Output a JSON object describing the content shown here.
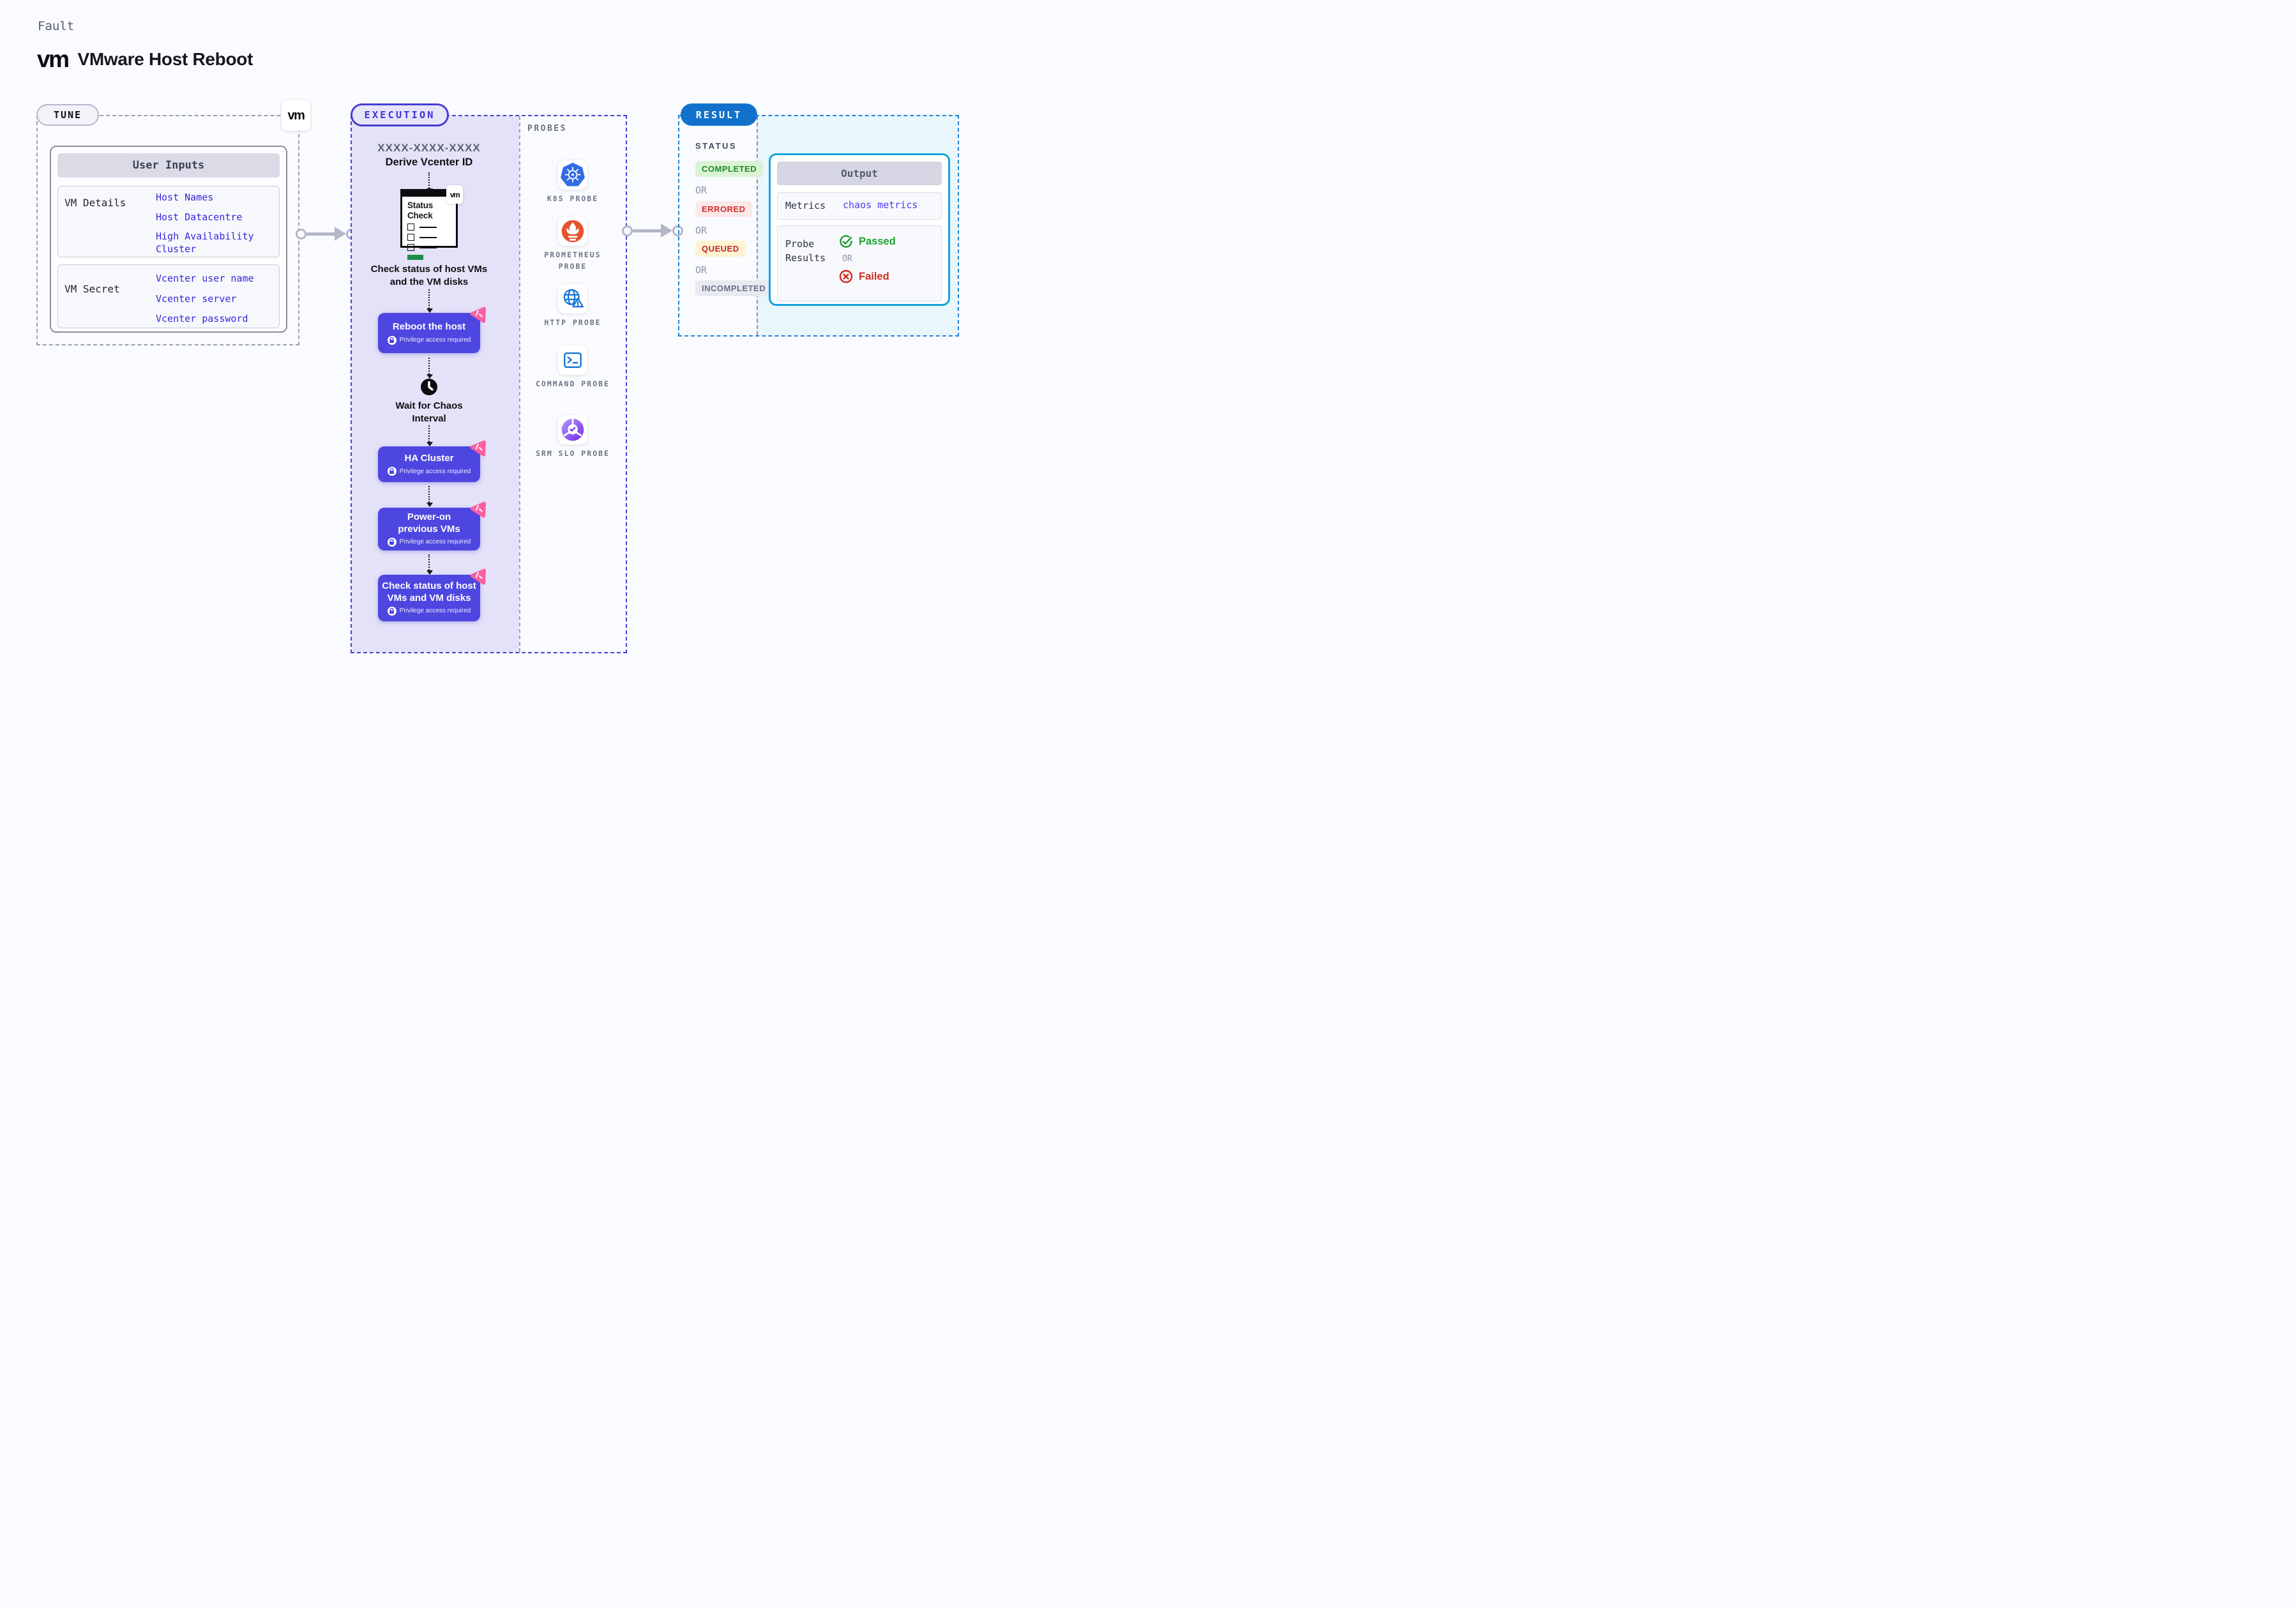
{
  "header": {
    "eyebrow": "Fault",
    "title": "VMware Host Reboot",
    "logo": "vm"
  },
  "tune": {
    "badge": "TUNE",
    "logo": "vm",
    "user_inputs": {
      "title": "User Inputs",
      "rows": [
        {
          "label": "VM Details",
          "values": [
            "Host Names",
            "Host Datacentre",
            "High Availability Cluster"
          ]
        },
        {
          "label": "VM Secret",
          "values": [
            "Vcenter user name",
            "Vcenter server",
            "Vcenter password"
          ]
        }
      ]
    }
  },
  "execution": {
    "badge": "EXECUTION",
    "derive_code": "XXXX-XXXX-XXXX",
    "derive_label": "Derive Vcenter ID",
    "status_card": {
      "title": "Status Check",
      "logo": "vm"
    },
    "caption": "Check status of host VMs and the VM disks",
    "wait_label": "Wait for Chaos Interval",
    "buttons": [
      {
        "title": "Reboot the host",
        "note": "Privilege access required"
      },
      {
        "title": "HA Cluster",
        "note": "Privilege access required"
      },
      {
        "title": "Power-on previous VMs",
        "note": "Privilege access required"
      },
      {
        "title": "Check status of host VMs and VM disks",
        "note": "Privilege access required"
      }
    ]
  },
  "probes": {
    "title": "PROBES",
    "items": [
      {
        "label": "K8S PROBE",
        "icon": "kubernetes-icon"
      },
      {
        "label": "PROMETHEUS PROBE",
        "icon": "prometheus-flame-icon"
      },
      {
        "label": "HTTP PROBE",
        "icon": "globe-warning-icon"
      },
      {
        "label": "COMMAND PROBE",
        "icon": "terminal-icon"
      },
      {
        "label": "SRM SLO PROBE",
        "icon": "slo-donut-check-icon"
      }
    ]
  },
  "result": {
    "badge": "RESULT",
    "status": {
      "title": "STATUS",
      "or": "OR",
      "badges": [
        {
          "label": "COMPLETED",
          "fg": "#1c8c1c",
          "bg": "#daf3d7"
        },
        {
          "label": "ERRORED",
          "fg": "#d02c2c",
          "bg": "#fbe9e9"
        },
        {
          "label": "QUEUED",
          "fg": "#c2272e",
          "bg": "#fdf3d2"
        },
        {
          "label": "INCOMPLETED",
          "fg": "#6a6f87",
          "bg": "#e9eaf1"
        }
      ]
    },
    "output": {
      "title": "Output",
      "metrics_label": "Metrics",
      "metrics_value": "chaos metrics",
      "probe_results_label": "Probe Results",
      "passed": "Passed",
      "or": "OR",
      "failed": "Failed"
    }
  },
  "colors": {
    "page_bg": "#fafbfe",
    "execution_accent": "#453fd3",
    "execution_fill": "#e4e2f8",
    "node_button": "#4e46e0",
    "chaos_pink": "#f9609f",
    "result_accent": "#1c82d8",
    "output_border": "#13a3dc",
    "output_fill": "#e9f6fb",
    "link_blue": "#3528da",
    "passed_green": "#1d9e2f",
    "failed_red": "#d32b1f",
    "kubernetes_blue": "#326ce5",
    "prometheus_orange": "#e6522c",
    "http_blue": "#1273d4",
    "srm_purple": "#8b5cf6",
    "arrow_gray": "#b5b6c8"
  }
}
